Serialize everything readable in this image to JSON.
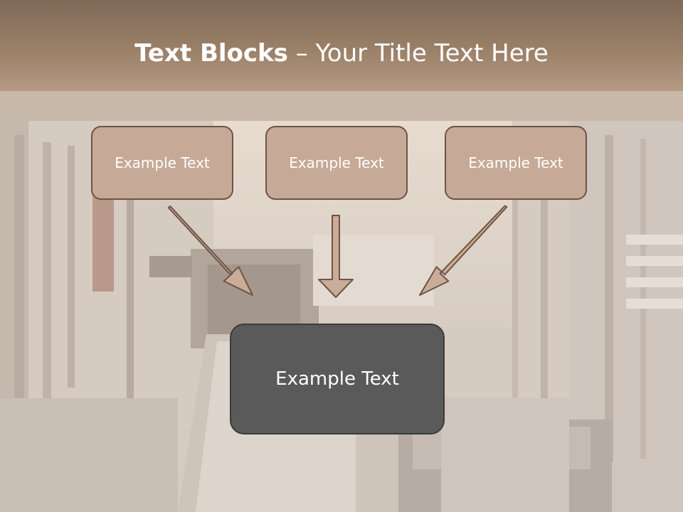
{
  "title": {
    "bold": "Text Blocks",
    "separator": " – ",
    "rest": "Your Title Text Here"
  },
  "boxes": {
    "left": "Example Text",
    "middle": "Example Text",
    "right": "Example Text",
    "bottom": "Example Text"
  },
  "colors": {
    "title_band": "#9b8068",
    "small_box_fill": "#c6a996",
    "small_box_border": "#6e5443",
    "big_box_fill": "#5a5a5a",
    "arrow_fill": "#c9ad98"
  }
}
